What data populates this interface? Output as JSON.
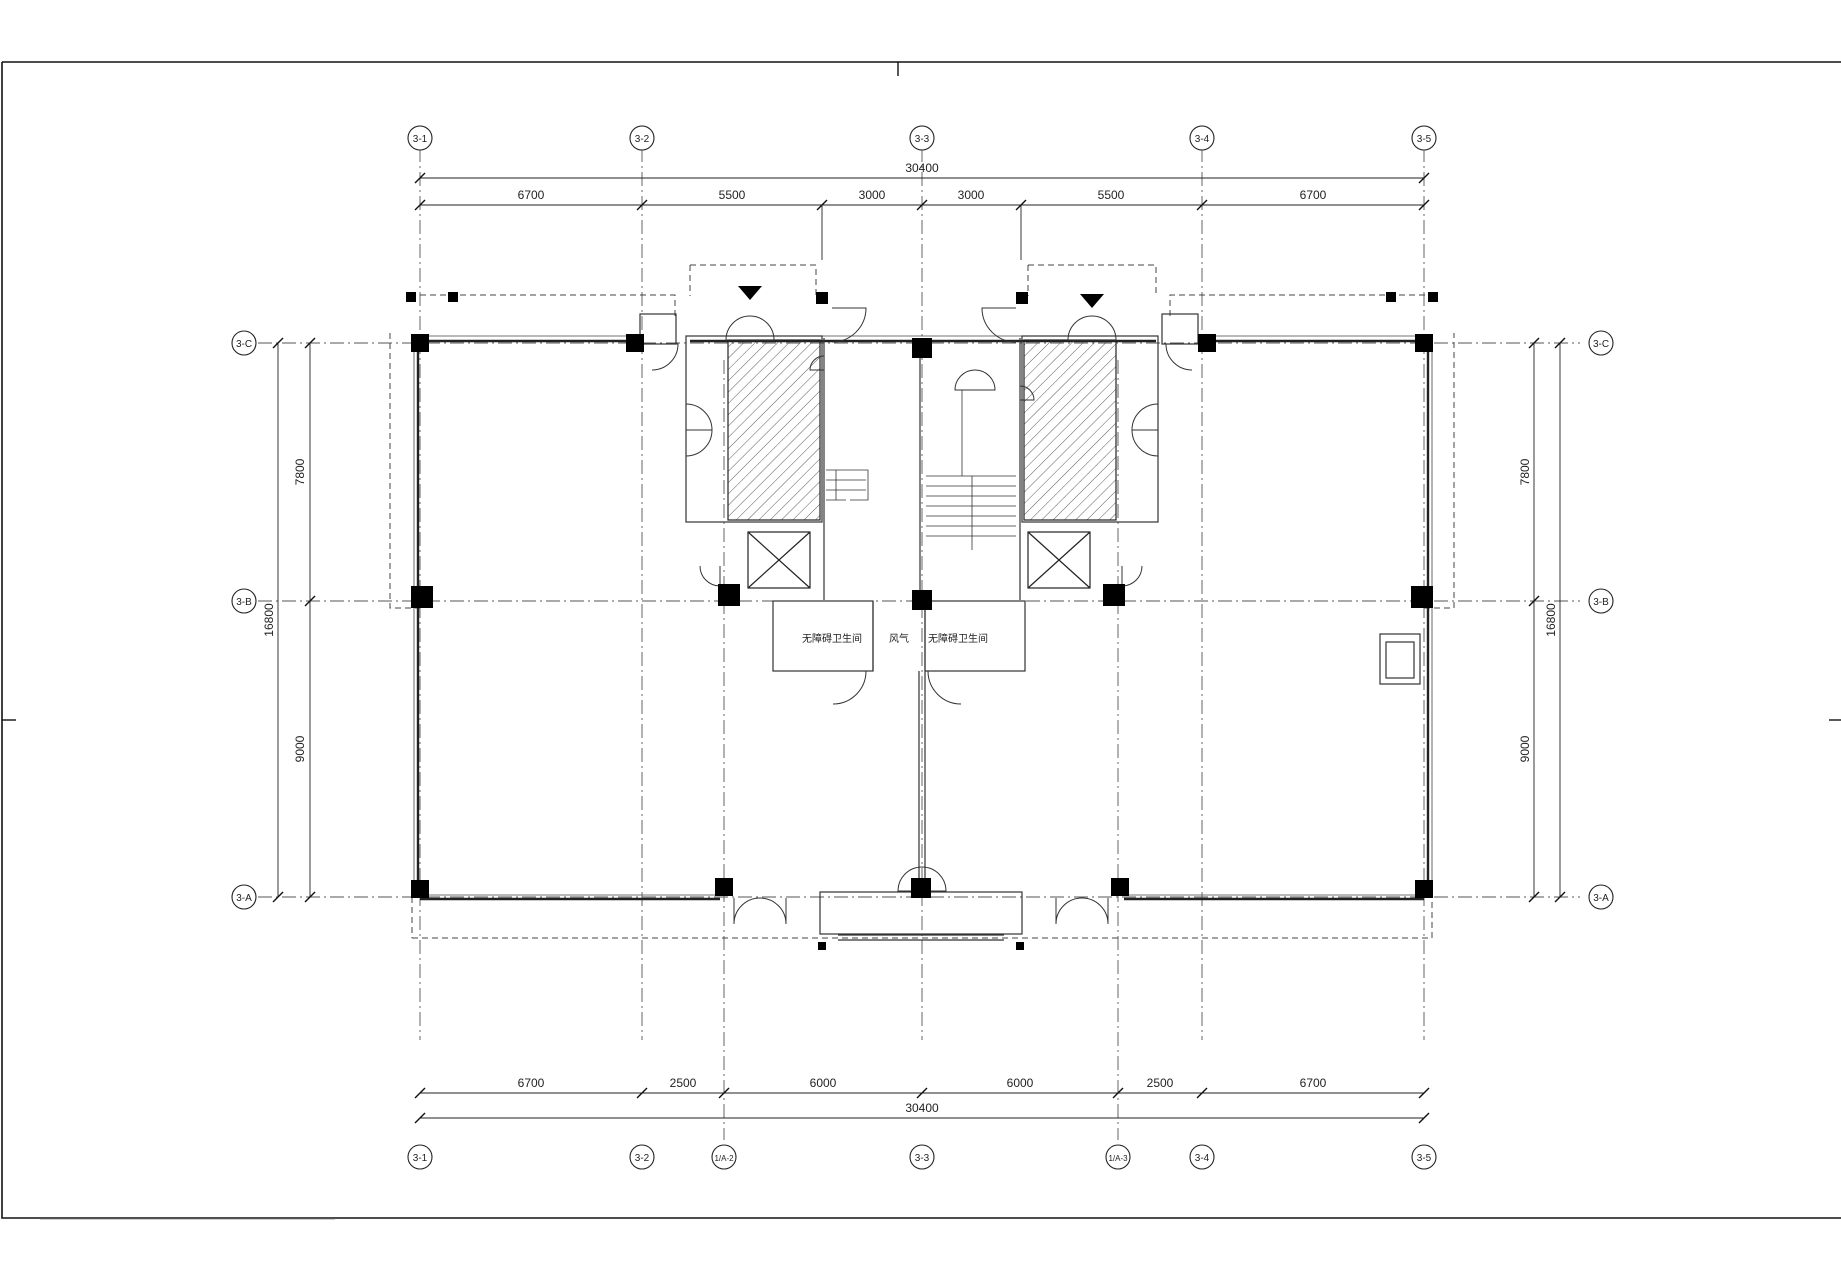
{
  "axes_top": [
    "3-1",
    "3-2",
    "3-3",
    "3-4",
    "3-5"
  ],
  "axes_bottom": [
    "3-1",
    "3-2",
    "1/A-2",
    "3-3",
    "1/A-3",
    "3-4",
    "3-5"
  ],
  "axes_left": [
    "3-C",
    "3-B",
    "3-A"
  ],
  "axes_right": [
    "3-C",
    "3-B",
    "3-A"
  ],
  "dims_top_total": "30400",
  "dims_top": [
    "6700",
    "5500",
    "3000",
    "3000",
    "5500",
    "6700"
  ],
  "dims_bottom": [
    "6700",
    "2500",
    "6000",
    "6000",
    "2500",
    "6700"
  ],
  "dims_bottom_total": "30400",
  "dims_left": [
    "7800",
    "9000"
  ],
  "dims_left_total": "16800",
  "dims_right": [
    "7800",
    "9000"
  ],
  "dims_right_total": "16800",
  "rooms": {
    "toilet_left": "无障碍卫生间",
    "shaft": "风气",
    "toilet_right": "无障碍卫生间"
  }
}
